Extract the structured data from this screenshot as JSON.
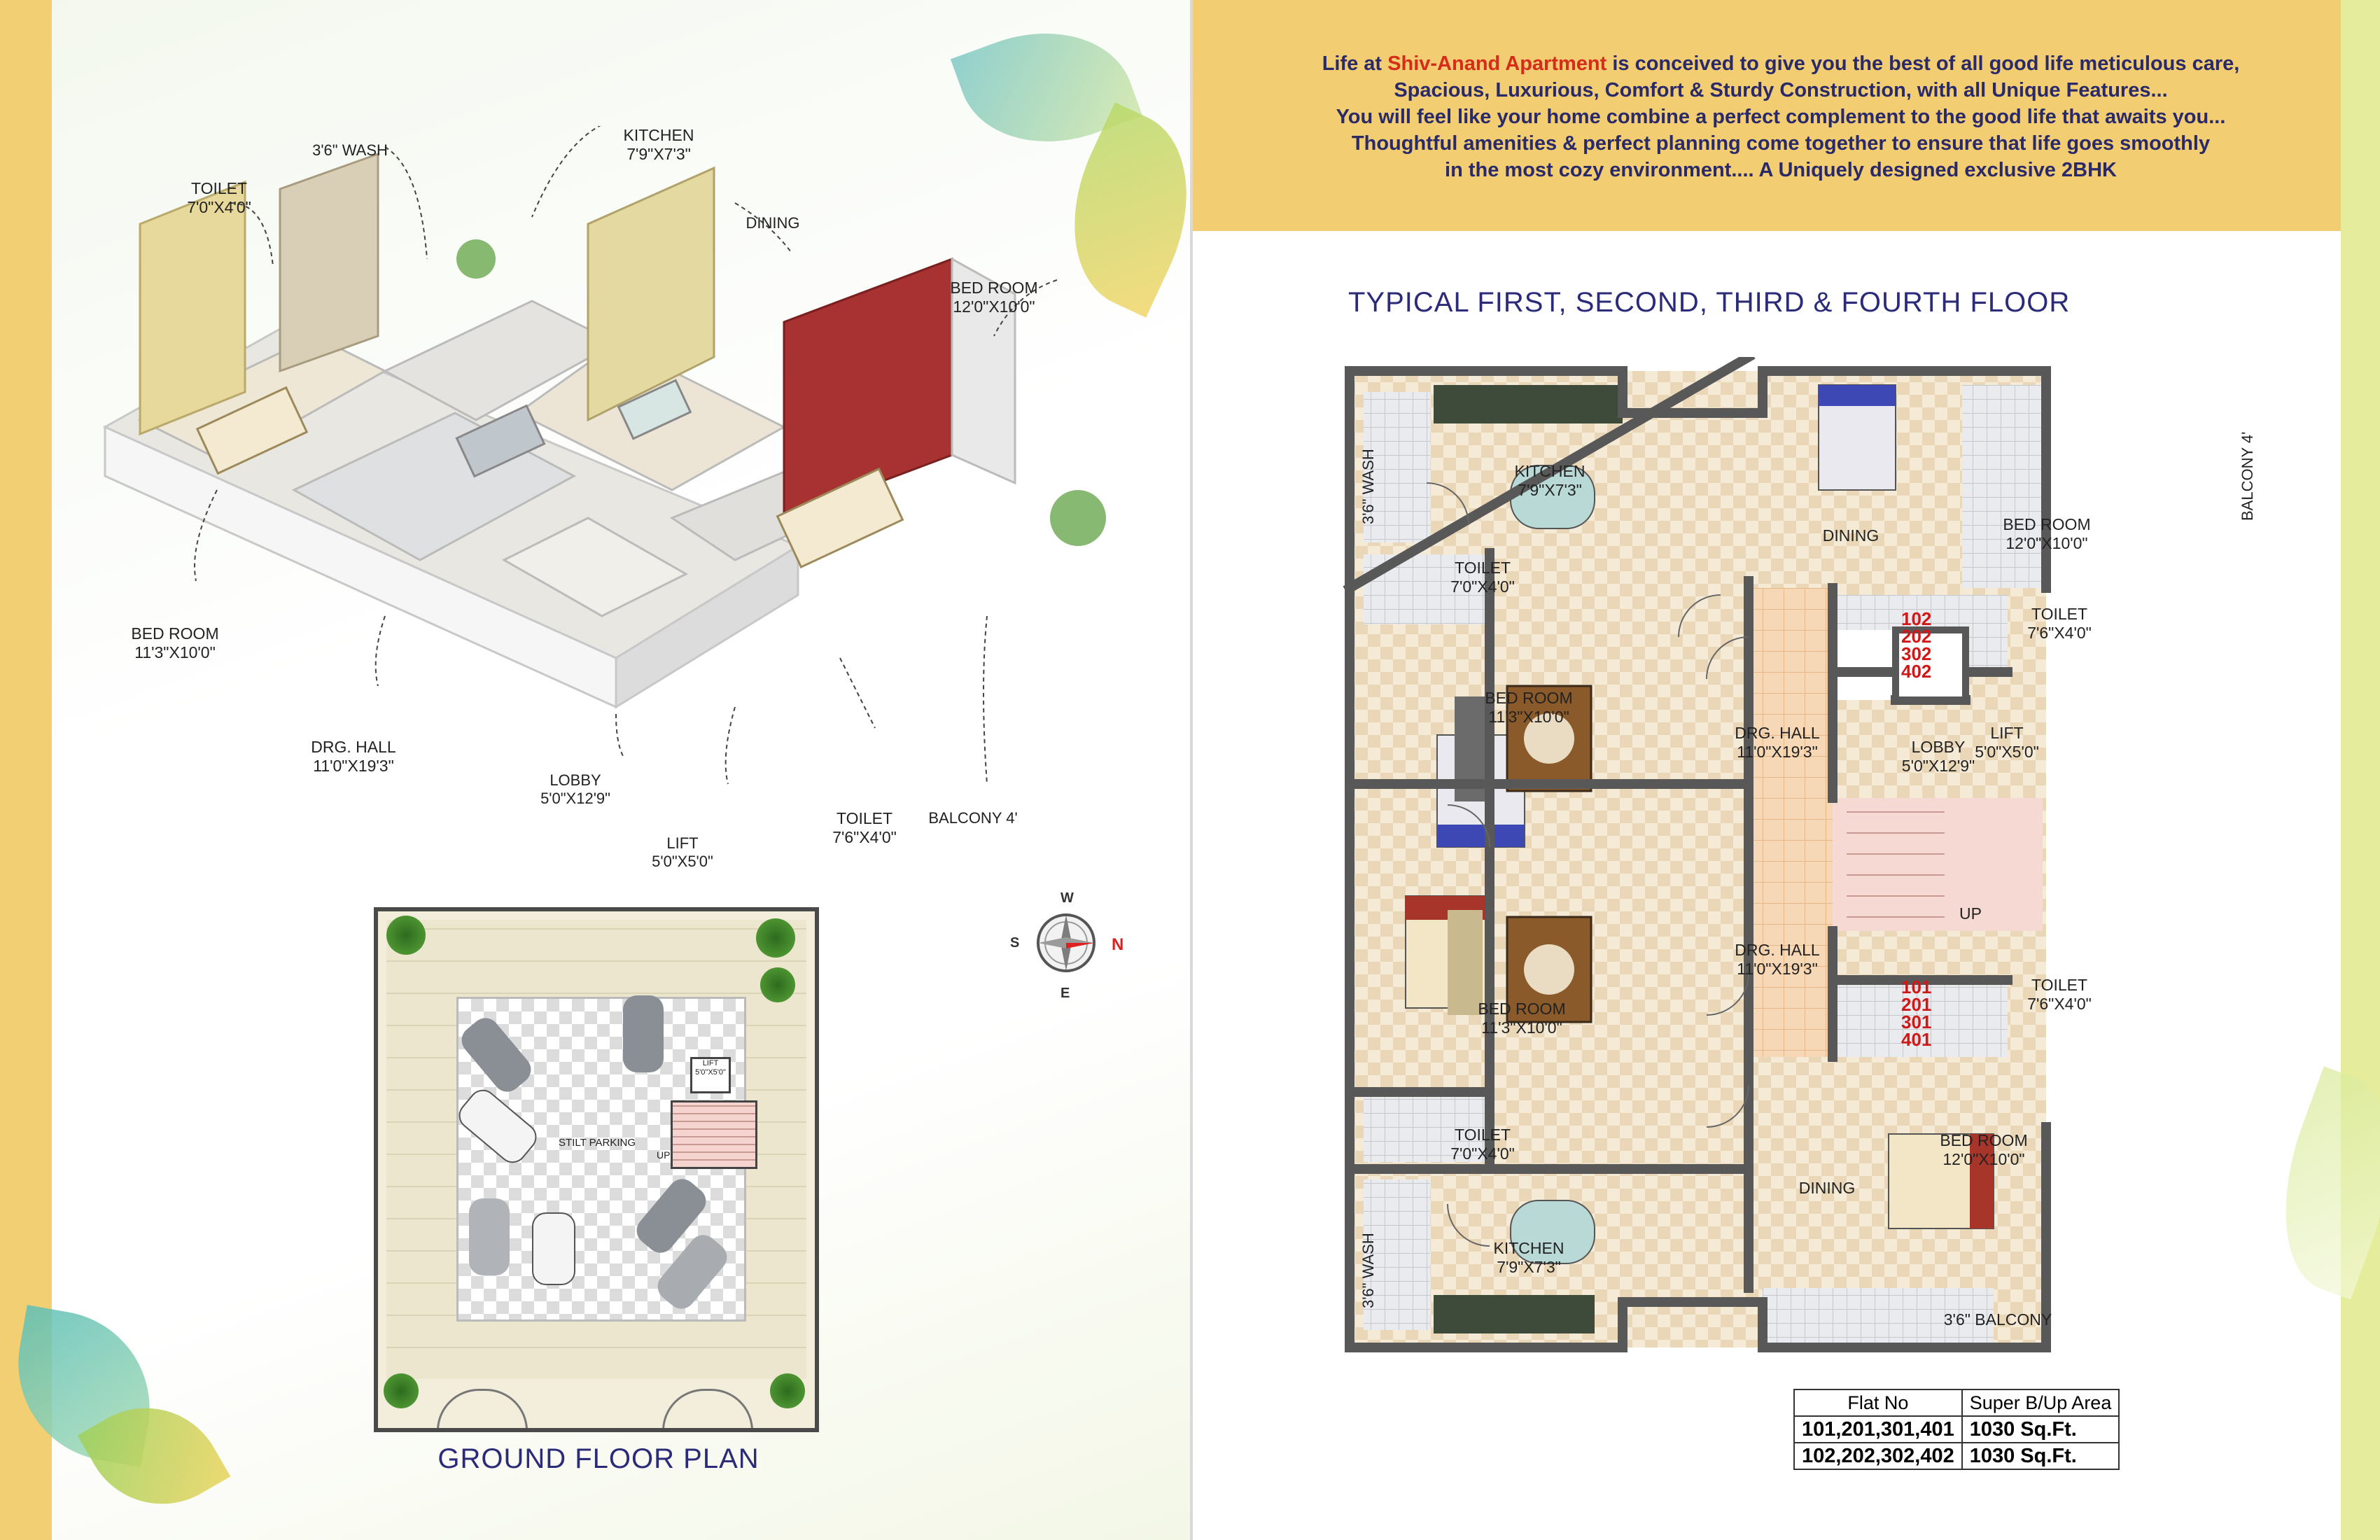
{
  "header": {
    "line1_prefix": "Life at ",
    "brand": "Shiv-Anand Apartment",
    "line1_suffix": " is conceived to give you the best of all good life meticulous care,",
    "line2": "Spacious, Luxurious, Comfort & Sturdy Construction, with all Unique Features...",
    "line3": "You will feel like your home combine a perfect complement to the good life that awaits you...",
    "line4": "Thoughtful amenities & perfect planning come together to ensure that life goes smoothly",
    "line5": "in the most cozy environment....  A Uniquely designed exclusive 2BHK"
  },
  "typical_floor": {
    "title": "TYPICAL FIRST, SECOND, THIRD & FOURTH FLOOR",
    "top_flat": {
      "wash": "3'6\" WASH",
      "kitchen_name": "KITCHEN",
      "kitchen_size": "7'9\"X7'3\"",
      "dining": "DINING",
      "toilet1_name": "TOILET",
      "toilet1_size": "7'0\"X4'0\"",
      "bed1_name": "BED ROOM",
      "bed1_size": "11'3\"X10'0\"",
      "hall_name": "DRG. HALL",
      "hall_size": "11'0\"X19'3\"",
      "bed2_name": "BED ROOM",
      "bed2_size": "12'0\"X10'0\"",
      "balcony": "BALCONY 4'",
      "toilet2_name": "TOILET",
      "toilet2_size": "7'6\"X4'0\"",
      "flat_numbers": [
        "102",
        "202",
        "302",
        "402"
      ]
    },
    "core": {
      "lobby_name": "LOBBY",
      "lobby_size": "5'0\"X12'9\"",
      "lift_name": "LIFT",
      "lift_size": "5'0\"X5'0\"",
      "stair": "UP"
    },
    "bottom_flat": {
      "bed1_name": "BED ROOM",
      "bed1_size": "11'3\"X10'0\"",
      "hall_name": "DRG. HALL",
      "hall_size": "11'0\"X19'3\"",
      "toilet1_name": "TOILET",
      "toilet1_size": "7'0\"X4'0\"",
      "wash": "3'6\" WASH",
      "kitchen_name": "KITCHEN",
      "kitchen_size": "7'9\"X7'3\"",
      "dining": "DINING",
      "bed2_name": "BED ROOM",
      "bed2_size": "12'0\"X10'0\"",
      "balcony": "3'6\" BALCONY",
      "toilet2_name": "TOILET",
      "toilet2_size": "7'6\"X4'0\"",
      "flat_numbers": [
        "101",
        "201",
        "301",
        "401"
      ]
    }
  },
  "area_table": {
    "col_flat": "Flat No",
    "col_area": "Super B/Up  Area",
    "rows": [
      {
        "flats": "101,201,301,401",
        "area": "1030 Sq.Ft."
      },
      {
        "flats": "102,202,302,402",
        "area": "1030 Sq.Ft."
      }
    ]
  },
  "iso_view": {
    "toilet_name": "TOILET",
    "toilet_size": "7'0\"X4'0\"",
    "wash": "3'6\" WASH",
    "kitchen_name": "KITCHEN",
    "kitchen_size": "7'9\"X7'3\"",
    "dining": "DINING",
    "bed2_name": "BED ROOM",
    "bed2_size": "12'0\"X10'0\"",
    "bed1_name": "BED ROOM",
    "bed1_size": "11'3\"X10'0\"",
    "hall_name": "DRG. HALL",
    "hall_size": "11'0\"X19'3\"",
    "lobby_name": "LOBBY",
    "lobby_size": "5'0\"X12'9\"",
    "toilet2_name": "TOILET",
    "toilet2_size": "7'6\"X4'0\"",
    "lift_name": "LIFT",
    "lift_size": "5'0\"X5'0\"",
    "balcony": "BALCONY 4'"
  },
  "ground_floor": {
    "title": "GROUND FLOOR PLAN",
    "parking": "STILT PARKING",
    "lift_name": "LIFT",
    "lift_size": "5'0\"X5'0\"",
    "stair": "UP"
  },
  "compass": {
    "w": "W",
    "e": "E",
    "s": "S",
    "n": "N",
    "n_color": "#e02020"
  },
  "colors": {
    "band": "#f2cd72",
    "brand_text": "#d62c1c",
    "title_text": "#2b2b7a",
    "flat_number": "#d01818",
    "wall": "#555555"
  }
}
